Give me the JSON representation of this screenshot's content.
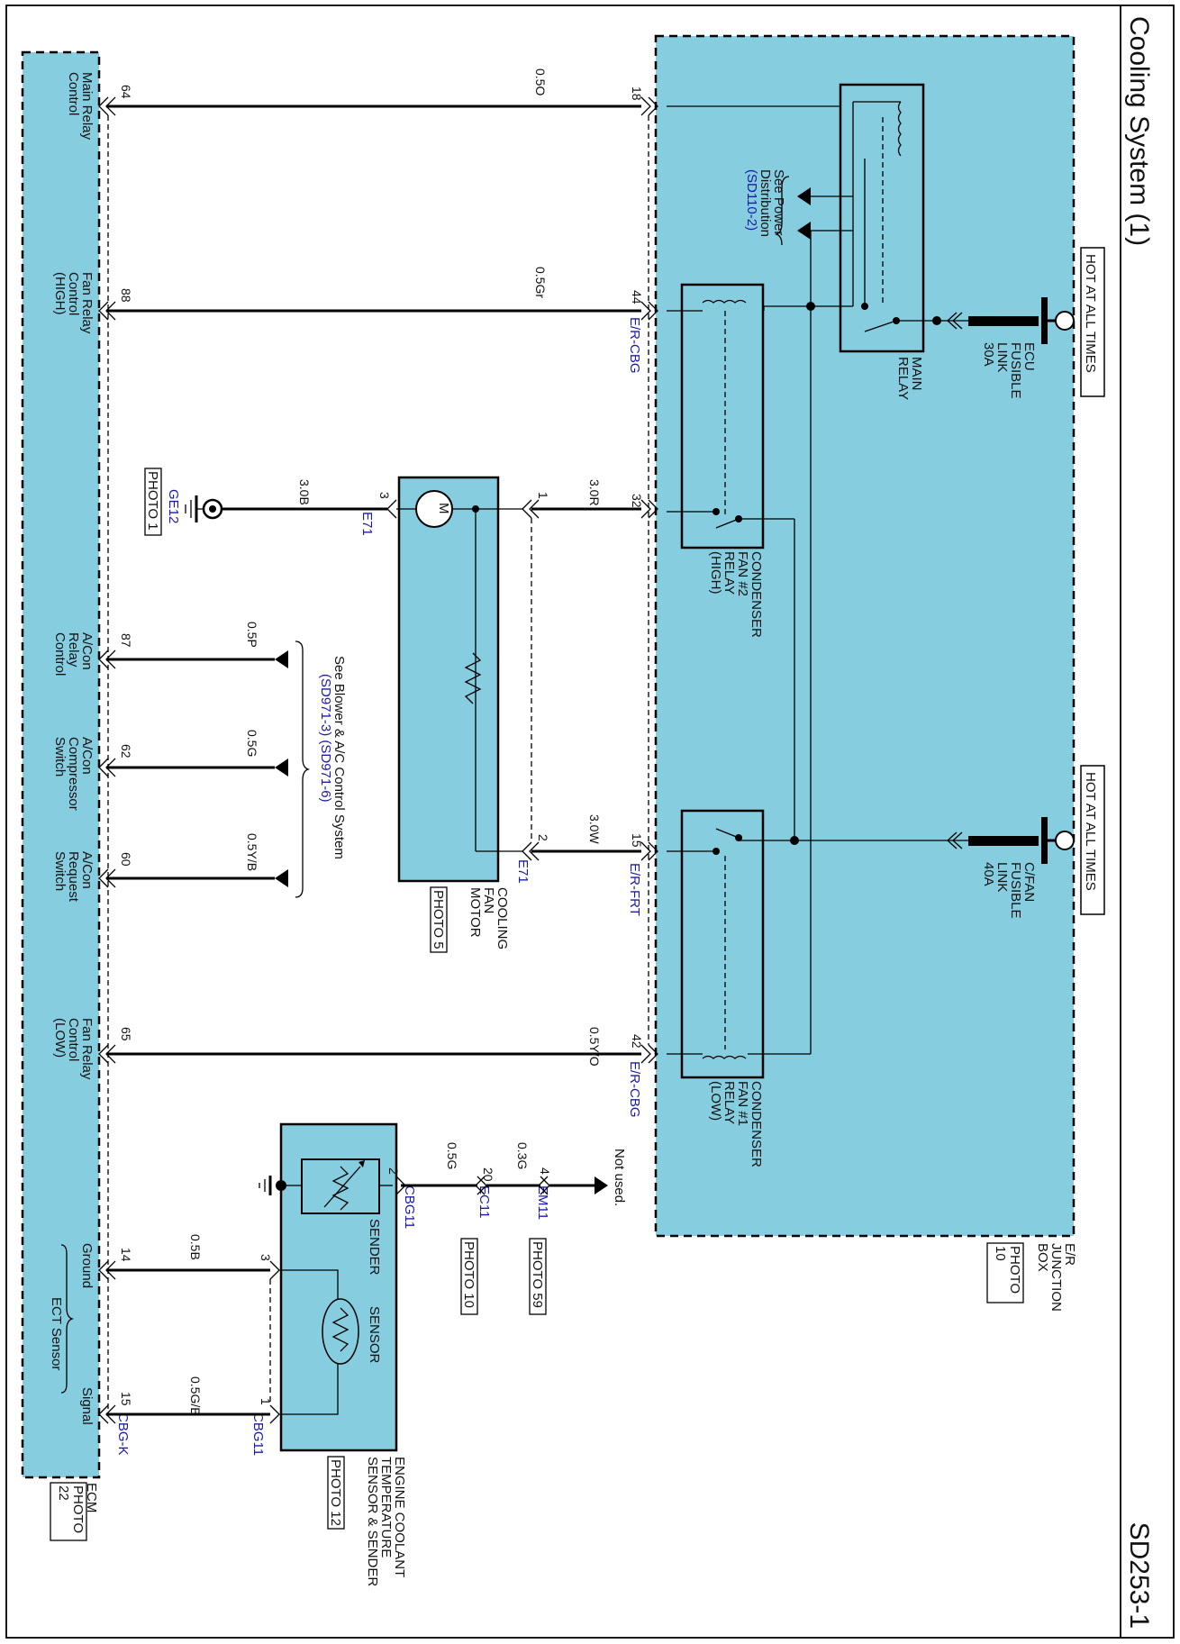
{
  "header": {
    "title": "Cooling System (1)",
    "code": "SD253-1"
  },
  "hot_tags": [
    "HOT AT ALL TIMES",
    "HOT AT ALL TIMES"
  ],
  "fusible_links": [
    {
      "lines": [
        "ECU",
        "FUSIBLE",
        "LINK",
        "30A"
      ]
    },
    {
      "lines": [
        "C/FAN",
        "FUSIBLE",
        "LINK",
        "40A"
      ]
    }
  ],
  "junction_box": {
    "lines": [
      "E/R",
      "JUNCTION",
      "BOX",
      "PHOTO",
      "10"
    ]
  },
  "relays": {
    "main": [
      "MAIN",
      "RELAY"
    ],
    "fan2": [
      "CONDENSER",
      "FAN #2",
      "RELAY",
      "(HIGH)"
    ],
    "fan1": [
      "CONDENSER",
      "FAN #1",
      "RELAY",
      "(LOW)"
    ]
  },
  "power_dist_note": [
    "See Power",
    "Distribution",
    "(SD110-2)"
  ],
  "ecm": {
    "lines": [
      "ECM",
      "PHOTO",
      "22"
    ],
    "pin_labels": {
      "p64": [
        "Main Relay",
        "Control"
      ],
      "p88": [
        "Fan Relay",
        "Control",
        "(HIGH)"
      ],
      "p87": [
        "A/Con",
        "Relay",
        "Control"
      ],
      "p62": [
        "A/Con",
        "Compressor",
        "Switch"
      ],
      "p60": [
        "A/Con",
        "Request",
        "Switch"
      ],
      "p65": [
        "Fan Relay",
        "Control",
        "(LOW)"
      ],
      "p14": [
        "Ground"
      ],
      "p15": [
        "Signal"
      ]
    },
    "ect_group": "ECT Sensor"
  },
  "pins": {
    "p64": "64",
    "p88": "88",
    "p87": "87",
    "p62": "62",
    "p60": "60",
    "p65": "65",
    "p14": "14",
    "p15": "15",
    "p18": "18",
    "p44": "44",
    "p32": "32",
    "p15jb": "15",
    "p42": "42",
    "m1": "1",
    "m2": "2",
    "m3": "3",
    "s2": "2",
    "s3": "3",
    "s1": "1",
    "ec20": "20",
    "em4": "4"
  },
  "wires": {
    "w64": "0.5O",
    "w88": "0.5Gr",
    "w32": "3.0R",
    "w15": "3.0W",
    "w42": "0.5Y/O",
    "wgnd": "3.0B",
    "w87": "0.5P",
    "w62": "0.5G",
    "w60": "0.5Y/B",
    "wem": "0.3G",
    "wec": "0.5G",
    "w14": "0.5B",
    "w15s": "0.5G/B"
  },
  "connectors": {
    "er_cbg_1": "E/R-CBG",
    "er_frt": "E/R-FRT",
    "er_cbg_2": "E/R-CBG",
    "e71_a": "E71",
    "e71_b": "E71",
    "ge12": "GE12",
    "cbg11_a": "CBG11",
    "cbg11_b": "CBG11",
    "ec11": "EC11",
    "em11": "EM11",
    "cbg_k": "CBG-K"
  },
  "photos": {
    "ge12": "PHOTO 1",
    "motor": "PHOTO 5",
    "ec11": "PHOTO 10",
    "em11": "PHOTO 59",
    "ect": "PHOTO 12"
  },
  "motor": {
    "symbol": "M",
    "lines": [
      "COOLING",
      "FAN",
      "MOTOR"
    ]
  },
  "blower_note": [
    "See Blower & A/C Control System",
    "(SD971-3) (SD971-6)"
  ],
  "not_used": "Not used.",
  "ect_sensor": {
    "lines": [
      "ENGINE COOLANT",
      "TEMPERATURE",
      "SENSOR & SENDER"
    ],
    "sender": "SENDER",
    "sensor": "SENSOR"
  }
}
